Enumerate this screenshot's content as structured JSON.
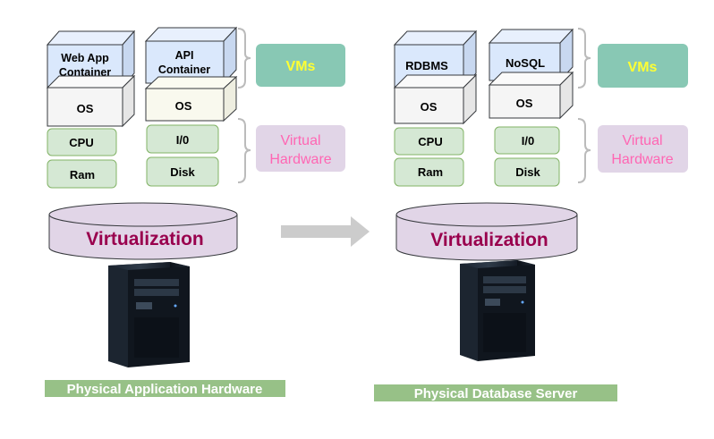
{
  "left": {
    "container1": "Web App Container",
    "container1_line1": "Web App",
    "container1_line2": "Container",
    "container2_line1": "API",
    "container2_line2": "Container",
    "os1": "OS",
    "os2": "OS",
    "cpu": "CPU",
    "ram": "Ram",
    "io": "I/0",
    "disk": "Disk",
    "vms": "VMs",
    "virtual_hw_line1": "Virtual",
    "virtual_hw_line2": "Hardware",
    "virtualization": "Virtualization",
    "caption": "Physical Application Hardware"
  },
  "right": {
    "rdbms": "RDBMS",
    "nosql": "NoSQL",
    "os1": "OS",
    "os2": "OS",
    "cpu": "CPU",
    "ram": "Ram",
    "io": "I/0",
    "disk": "Disk",
    "vms": "VMs",
    "virtual_hw_line1": "Virtual",
    "virtual_hw_line2": "Hardware",
    "virtualization": "Virtualization",
    "caption": "Physical Database Server"
  },
  "colors": {
    "container_fill": "#dae8fc",
    "container_top": "#e8f0fd",
    "os_fill": "#f5f5f5",
    "hw_fill": "#d5e8d4",
    "hw_stroke": "#82b366",
    "vms_fill": "#88c8b4",
    "vms_text": "#ffff33",
    "virtual_hw_fill": "#e1d5e7",
    "virtual_hw_text": "#ff66b3",
    "virtualization_fill": "#e1d5e7",
    "virtualization_text": "#99004d",
    "caption_fill": "#97c187",
    "arrow": "#cccccc"
  }
}
